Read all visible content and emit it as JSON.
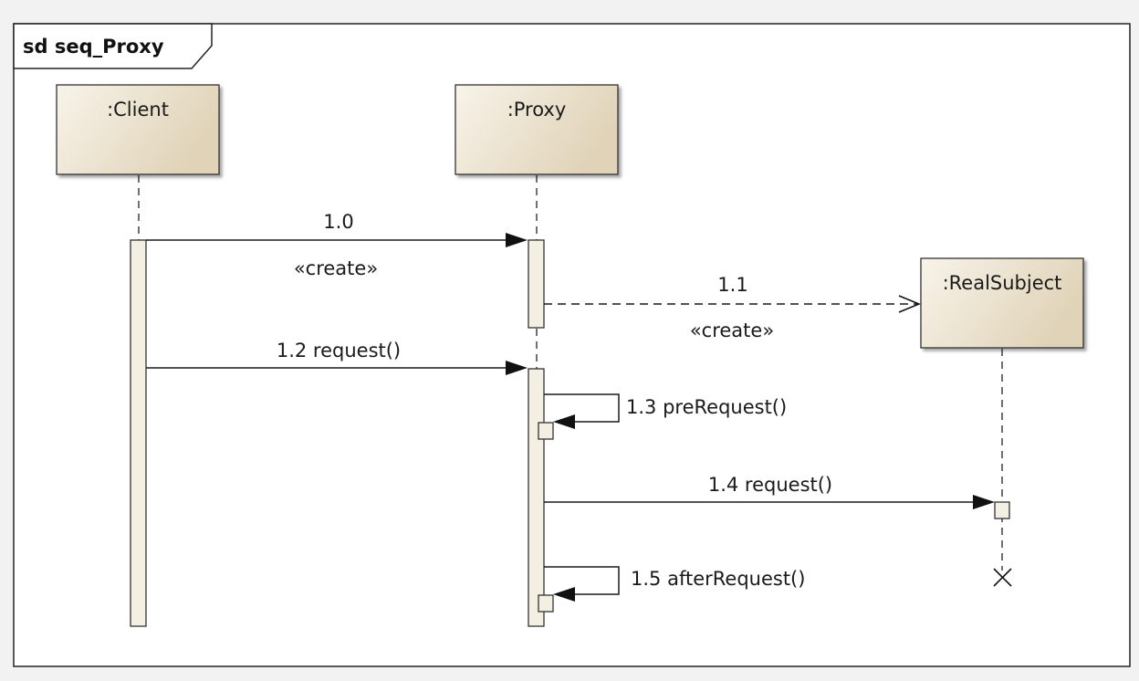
{
  "frame": {
    "title": "sd seq_Proxy"
  },
  "lifelines": {
    "client": {
      "name": ":Client"
    },
    "proxy": {
      "name": ":Proxy"
    },
    "realsubject": {
      "name": ":RealSubject"
    }
  },
  "messages": {
    "m1_0": {
      "number": "1.0",
      "stereotype": "«create»"
    },
    "m1_1": {
      "number": "1.1",
      "stereotype": "«create»"
    },
    "m1_2": {
      "label": "1.2 request()"
    },
    "m1_3": {
      "label": "1.3 preRequest()"
    },
    "m1_4": {
      "label": "1.4 request()"
    },
    "m1_5": {
      "label": "1.5 afterRequest()"
    }
  },
  "colors": {
    "lifeline_fill_light": "#f7f2e6",
    "lifeline_fill_dark": "#e2d6bd",
    "activation_fill": "#f4efe3",
    "line": "#1a1a1a"
  }
}
